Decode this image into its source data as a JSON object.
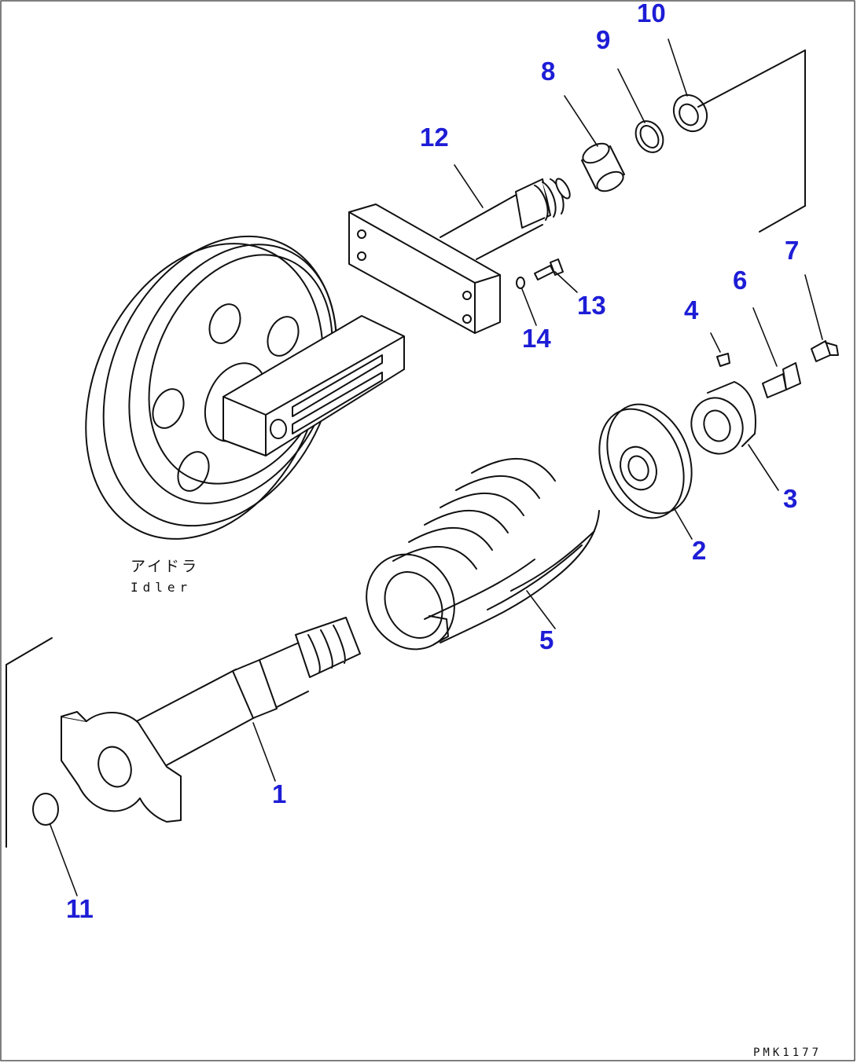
{
  "drawing": {
    "caption_jp": "アイドラ",
    "caption_en": "Idler",
    "code": "PMK1177"
  },
  "callouts": [
    {
      "id": "1",
      "label": "1"
    },
    {
      "id": "2",
      "label": "2"
    },
    {
      "id": "3",
      "label": "3"
    },
    {
      "id": "4",
      "label": "4"
    },
    {
      "id": "5",
      "label": "5"
    },
    {
      "id": "6",
      "label": "6"
    },
    {
      "id": "7",
      "label": "7"
    },
    {
      "id": "8",
      "label": "8"
    },
    {
      "id": "9",
      "label": "9"
    },
    {
      "id": "10",
      "label": "10"
    },
    {
      "id": "11",
      "label": "11"
    },
    {
      "id": "12",
      "label": "12"
    },
    {
      "id": "13",
      "label": "13"
    },
    {
      "id": "14",
      "label": "14"
    }
  ],
  "colors": {
    "line": "#111111",
    "callout": "#1d1dd6",
    "background": "#ffffff"
  }
}
